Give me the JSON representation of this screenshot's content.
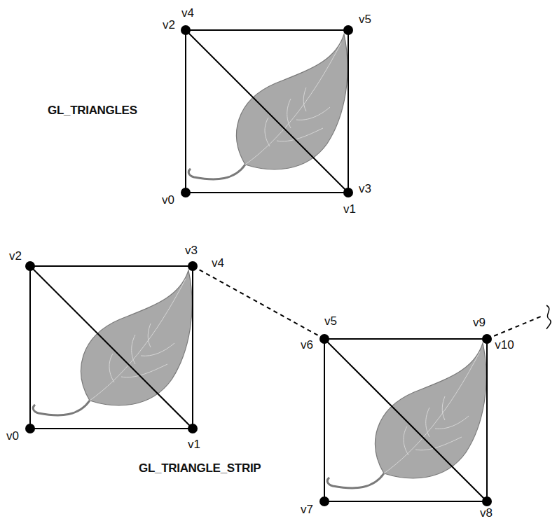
{
  "diagram": {
    "labels": [
      "v4",
      "v5",
      "v2",
      "GL_TRIANGLES",
      "v3",
      "v0",
      "v1",
      "v2",
      "v3",
      "v4",
      "v5",
      "v9",
      "v6",
      "v10",
      "v0",
      "v1",
      "GL_TRIANGLE_STRIP",
      "v7",
      "v8"
    ]
  }
}
